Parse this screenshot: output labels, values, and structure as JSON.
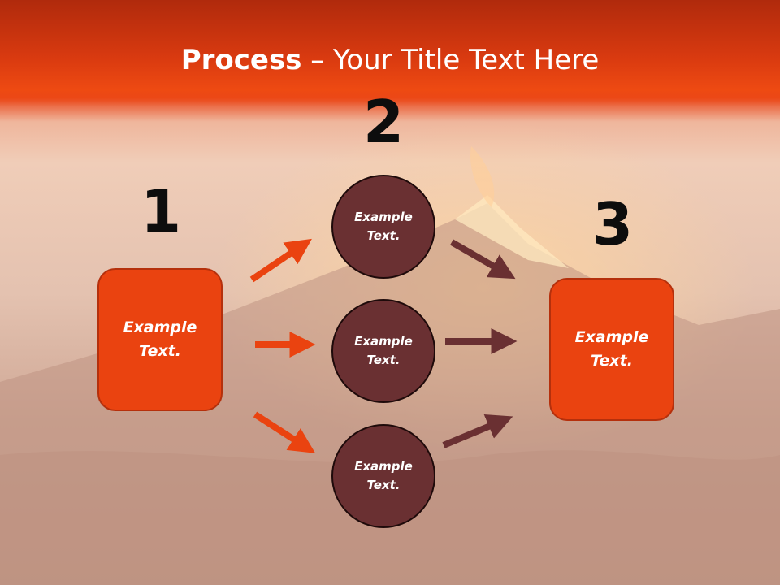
{
  "title": {
    "bold": "Process",
    "rest": " – Your Title Text Here"
  },
  "steps": {
    "one": {
      "number": "1",
      "text": "Example\nText."
    },
    "two": {
      "number": "2"
    },
    "three": {
      "number": "3",
      "text": "Example\nText."
    }
  },
  "circles": [
    {
      "text": "Example\nText."
    },
    {
      "text": "Example\nText."
    },
    {
      "text": "Example\nText."
    }
  ],
  "colors": {
    "orange": "#ea4310",
    "maroon": "#6a3032",
    "arrow_in": "#ea4310",
    "arrow_out": "#6a3032"
  }
}
